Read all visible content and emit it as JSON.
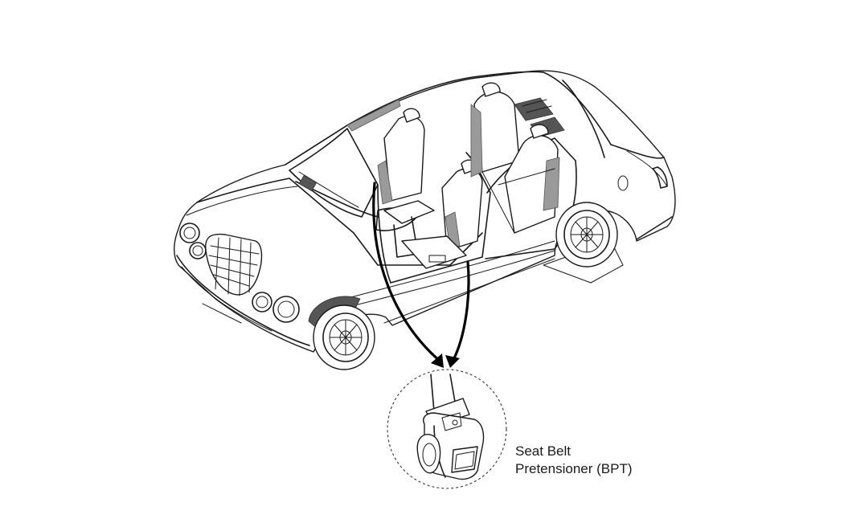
{
  "labels": {
    "component_line1": "Seat Belt",
    "component_line2": "Pretensioner (BPT)"
  },
  "colors": {
    "line": "#1a1a1a",
    "shading": "#9a9a9a",
    "background": "#ffffff"
  },
  "icons": {
    "callout_arrow": "arrow-curved-down"
  }
}
